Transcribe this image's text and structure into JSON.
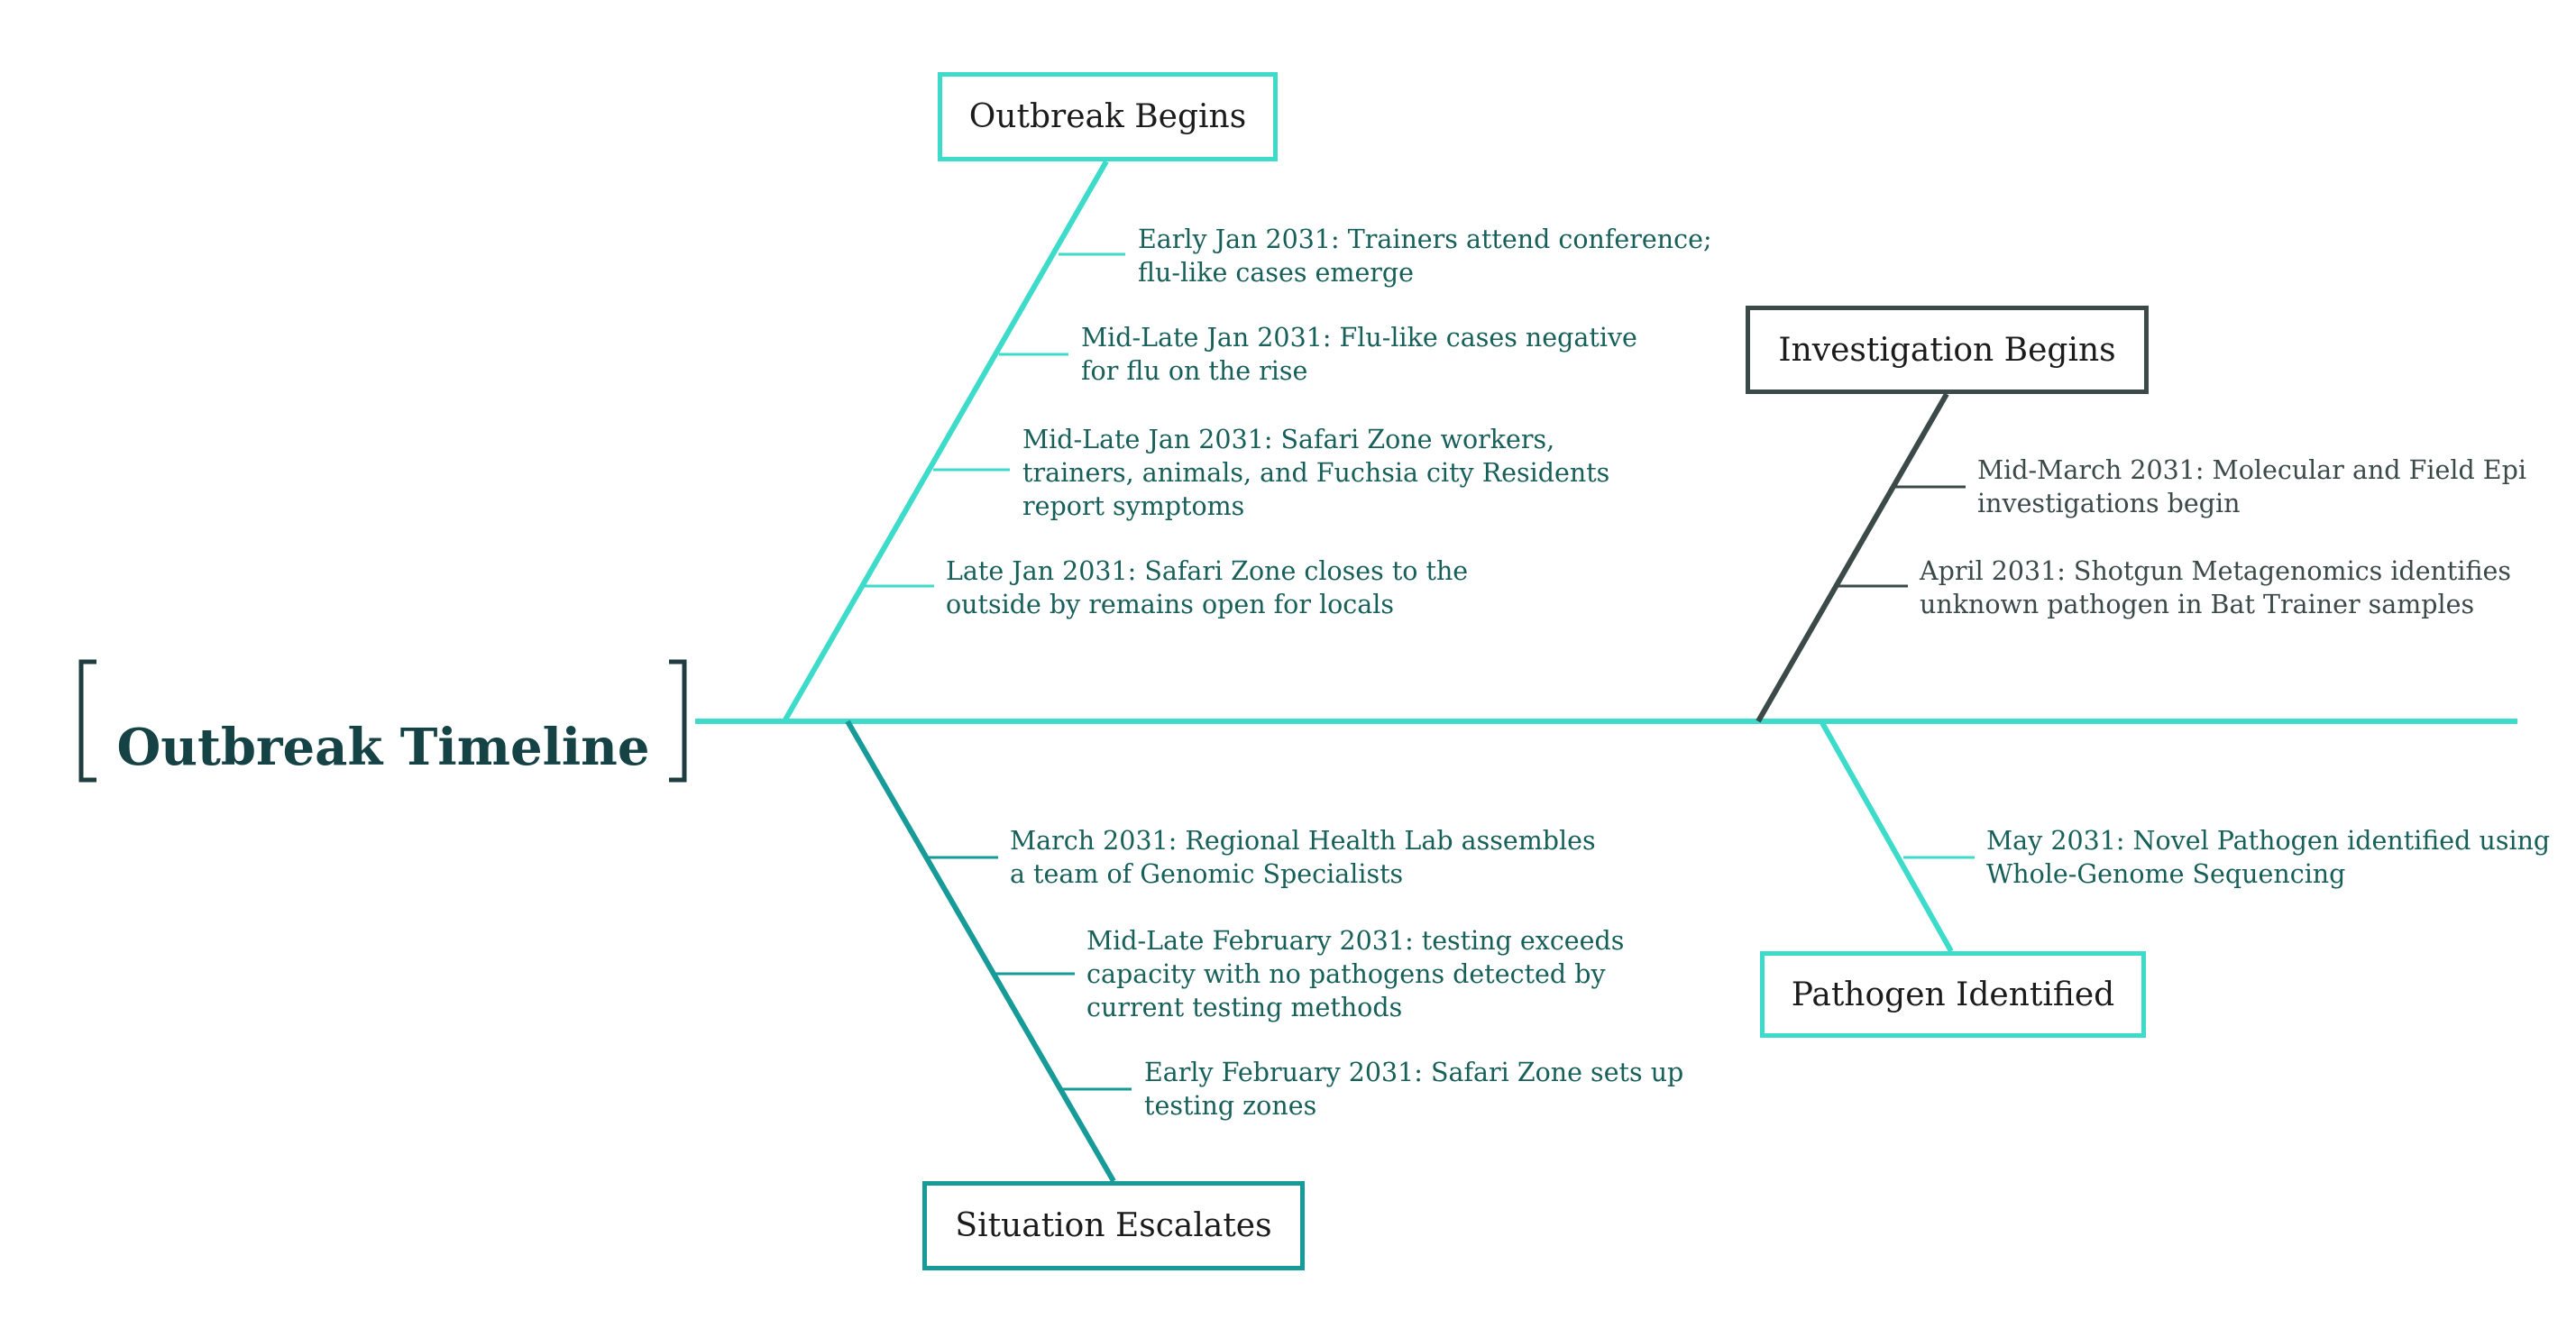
{
  "title": "Outbreak Timeline",
  "colors": {
    "bright": "#3ddbc9",
    "teal": "#179b98",
    "dark": "#3b4a48",
    "bracket": "#1f3d3f",
    "noteBright": "#175f59",
    "noteDark": "#3b4a48"
  },
  "categories": [
    {
      "label": "Outbreak Begins",
      "events": [
        "Early Jan 2031: Trainers attend conference;\nflu-like cases emerge",
        "Mid-Late Jan 2031: Flu-like cases negative\nfor flu on the rise",
        "Mid-Late Jan 2031: Safari Zone workers,\ntrainers, animals, and Fuchsia city Residents\nreport symptoms",
        "Late Jan 2031: Safari Zone closes to the\noutside by remains open for locals"
      ]
    },
    {
      "label": "Situation Escalates",
      "events": [
        "March 2031: Regional Health Lab assembles\na team of Genomic Specialists",
        "Mid-Late February 2031: testing exceeds\ncapacity with no pathogens detected by\ncurrent testing methods",
        "Early February 2031: Safari Zone sets up\ntesting zones"
      ]
    },
    {
      "label": "Investigation Begins",
      "events": [
        "Mid-March 2031: Molecular and Field Epi\ninvestigations begin",
        "April 2031: Shotgun Metagenomics identifies\nunknown pathogen in Bat Trainer samples"
      ]
    },
    {
      "label": "Pathogen Identified",
      "events": [
        "May 2031: Novel Pathogen identified using\nWhole-Genome Sequencing"
      ]
    }
  ]
}
